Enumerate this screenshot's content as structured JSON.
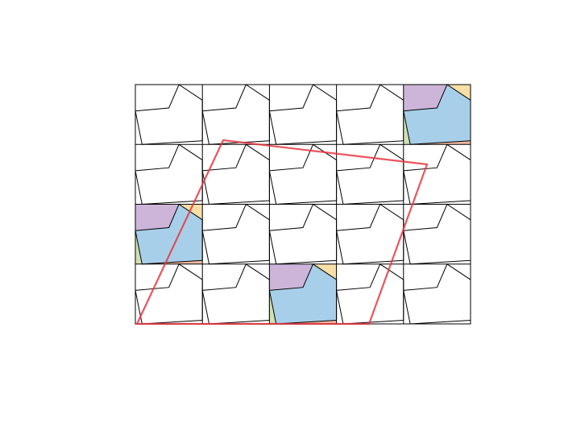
{
  "figure": {
    "grid": {
      "rows": 4,
      "cols": 5
    },
    "colored_tiles": [
      {
        "row": 0,
        "col": 4
      },
      {
        "row": 2,
        "col": 0
      },
      {
        "row": 3,
        "col": 2
      }
    ],
    "region_colors": {
      "purple": "#cdb5da",
      "blue": "#a8cfe9",
      "yellow": "#f7dfa6",
      "green": "#cfe0b4",
      "salmon": "#f1b9a2"
    },
    "colors": {
      "tile_line": "#000000",
      "tile_border": "#000000",
      "overlay_stroke": "#e8363f"
    }
  }
}
